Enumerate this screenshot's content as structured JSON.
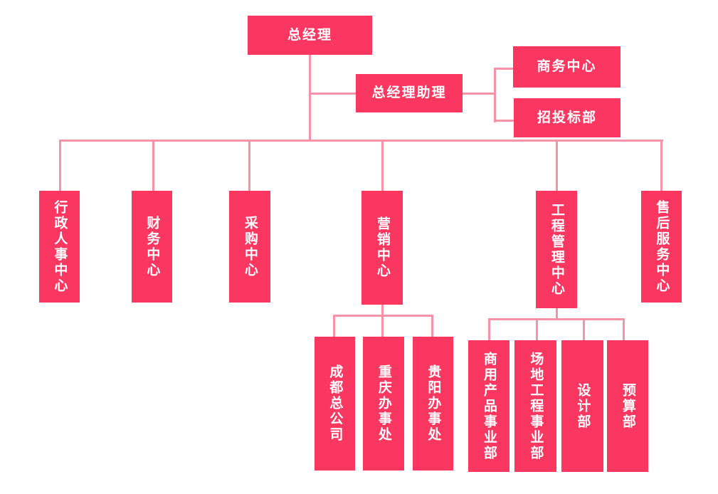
{
  "diagram": {
    "type": "org-chart",
    "root": {
      "label": "总经理"
    },
    "assistant": {
      "label": "总经理助理"
    },
    "assistant_children": [
      {
        "label": "商务中心"
      },
      {
        "label": "招投标部"
      }
    ],
    "departments": [
      {
        "label": "行政人事中心"
      },
      {
        "label": "财务中心"
      },
      {
        "label": "采购中心"
      },
      {
        "label": "营销中心"
      },
      {
        "label": "工程管理中心"
      },
      {
        "label": "售后服务中心"
      }
    ],
    "marketing_children": [
      {
        "label": "成都总公司"
      },
      {
        "label": "重庆办事处"
      },
      {
        "label": "贵阳办事处"
      }
    ],
    "engineering_children": [
      {
        "label": "商用产品事业部"
      },
      {
        "label": "场地工程事业部"
      },
      {
        "label": "设计部"
      },
      {
        "label": "预算部"
      }
    ]
  },
  "colors": {
    "node_fill": "#FA3760",
    "node_text": "#FFFFFF",
    "connector": "#F693A9",
    "background": "#FFFFFF"
  }
}
